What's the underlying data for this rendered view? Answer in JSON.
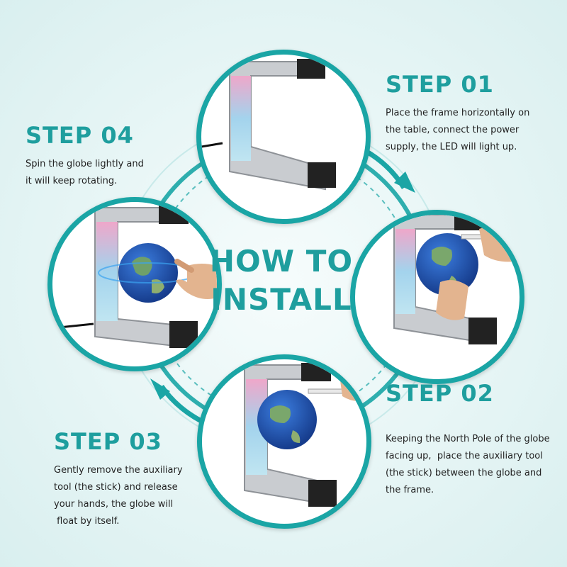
{
  "heading": {
    "line1": "HOW TO",
    "line2": "INSTALL"
  },
  "steps": {
    "step1": {
      "title": "STEP 01",
      "lines": [
        "Place the frame horizontally on",
        "the table, connect the power",
        "supply, the LED will light up."
      ]
    },
    "step2": {
      "title": "STEP 02",
      "lines": [
        "Keeping the North Pole of the globe",
        "facing up,  place the auxiliary tool",
        "(the stick) between the globe and",
        "the frame."
      ]
    },
    "step3": {
      "title": "STEP 03",
      "lines": [
        "Gently remove the auxiliary",
        "tool (the stick) and release",
        "your hands, the globe will",
        " float by itself."
      ]
    },
    "step4": {
      "title": "STEP 04",
      "lines": [
        "Spin the globe lightly and",
        "it will keep rotating."
      ]
    }
  },
  "colors": {
    "accent": "#1e9e9e",
    "ring": "#1aa5a5",
    "frame": "#c9ccd0",
    "globe": "#1f4fb8"
  },
  "icons": {
    "progress_arrow": "curved-arrow-icon",
    "frame": "levitation-frame-icon",
    "globe": "globe-icon",
    "hand": "hand-icon",
    "stick": "stick-tool-icon"
  }
}
